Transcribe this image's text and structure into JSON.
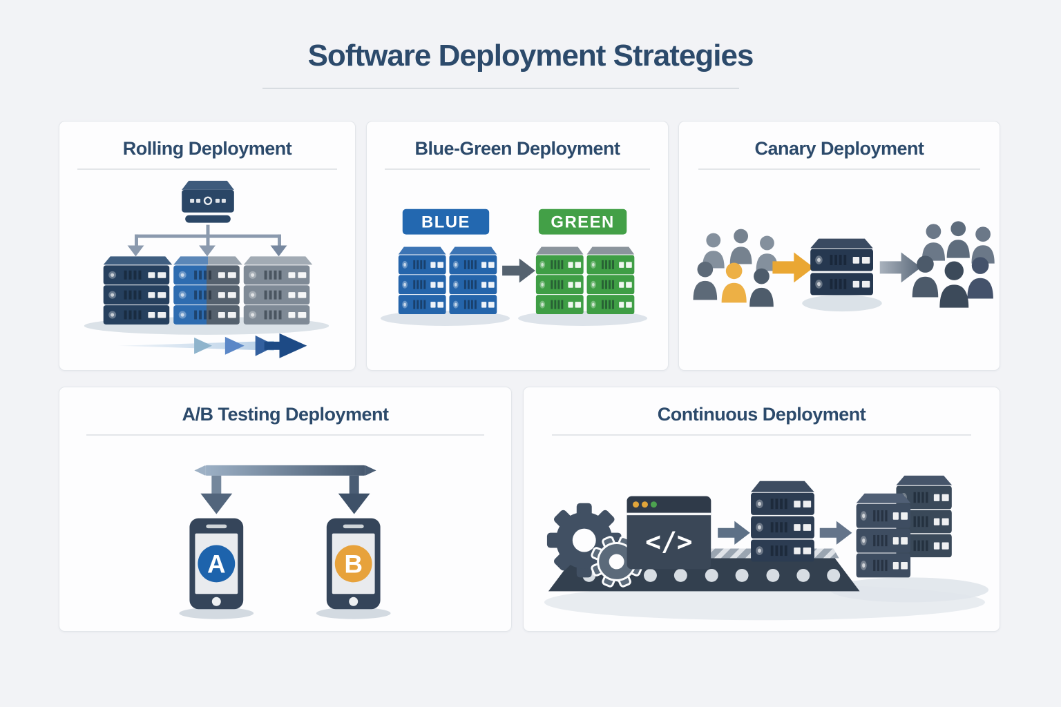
{
  "page": {
    "title": "Software Deployment Strategies",
    "background_color": "#f2f3f6",
    "heading_color": "#2c4a6b"
  },
  "cards": [
    {
      "id": "rolling",
      "title": "Rolling Deployment",
      "icons": [
        "load-balancer-icon",
        "fanout-arrows",
        "server-stack-old-version",
        "server-stack-updating",
        "server-stack-new-version",
        "rolling-progress-arrow"
      ],
      "colors": {
        "old_stack": "#26405e",
        "updating_stack_left": "#2e6cb0",
        "new_stack": "#7f8a96"
      }
    },
    {
      "id": "blue-green",
      "title": "Blue-Green Deployment",
      "labels": {
        "blue": "BLUE",
        "green": "GREEN"
      },
      "colors": {
        "blue": "#2368b0",
        "green": "#43a047"
      },
      "icons": [
        "blue-server-stacks",
        "switch-arrow",
        "green-server-stacks"
      ]
    },
    {
      "id": "canary",
      "title": "Canary Deployment",
      "colors": {
        "canary_user": "#edb045",
        "traffic_arrow": "#eaa733"
      },
      "icons": [
        "user-group-canary",
        "canary-traffic-arrow",
        "canary-server-icon",
        "rollout-arrow",
        "user-group-all"
      ]
    },
    {
      "id": "ab-testing",
      "title": "A/B Testing Deployment",
      "labels": {
        "variant_a": "A",
        "variant_b": "B"
      },
      "colors": {
        "variant_a": "#1d63ac",
        "variant_b": "#e7a23b"
      },
      "icons": [
        "split-arrow",
        "phone-variant-a",
        "phone-variant-b"
      ]
    },
    {
      "id": "continuous",
      "title": "Continuous Deployment",
      "labels": {
        "code_glyph": "</>"
      },
      "icons": [
        "gear-icon-large",
        "gear-icon-small",
        "code-window-icon",
        "conveyor-belt-icon",
        "pipeline-server-stack",
        "pipeline-arrow",
        "production-towers-icon"
      ]
    }
  ]
}
